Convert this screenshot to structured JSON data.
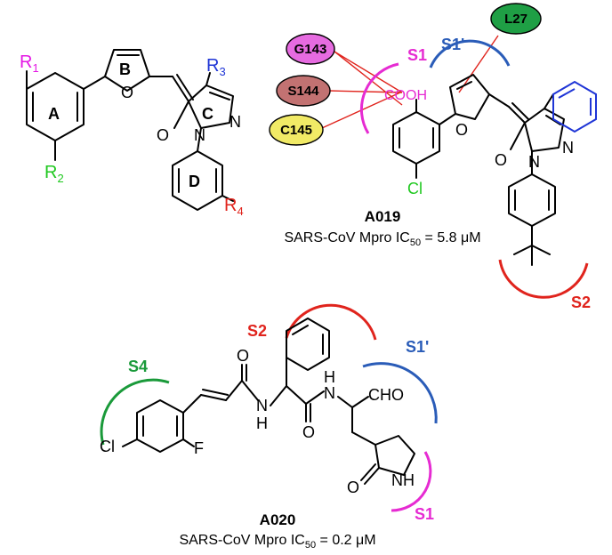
{
  "colors": {
    "magenta": "#e418e4",
    "green": "#1fc81f",
    "blue": "#1f35d6",
    "red": "#e0241d",
    "pocket_s1": "#e62bd2",
    "pocket_s1p": "#2a5cb8",
    "pocket_s2": "#e0241d",
    "pocket_s4": "#1a9a3a"
  },
  "scaffold": {
    "r1": "R",
    "r1_sub": "1",
    "r2": "R",
    "r2_sub": "2",
    "r3": "R",
    "r3_sub": "3",
    "r4": "R",
    "r4_sub": "4",
    "ring_a": "A",
    "ring_b": "B",
    "ring_c": "C",
    "ring_d": "D",
    "o_furan": "O",
    "o_carbonyl": "O",
    "n1": "N",
    "n2": "N"
  },
  "a019": {
    "name": "A019",
    "activity_prefix": "SARS-CoV Mpro IC",
    "activity_sub": "50",
    "activity_value": " = 5.8 μM",
    "cooh": "COOH",
    "cl": "Cl",
    "o_furan": "O",
    "o_carbonyl": "O",
    "n1": "N",
    "n2": "N",
    "pockets": {
      "s1": "S1",
      "s1p": "S1'",
      "s2": "S2"
    },
    "residues": [
      {
        "label": "G143",
        "fill": "#e66be0"
      },
      {
        "label": "S144",
        "fill": "#c27272"
      },
      {
        "label": "C145",
        "fill": "#f1ea66"
      },
      {
        "label": "L27",
        "fill": "#1f9f45"
      }
    ]
  },
  "a020": {
    "name": "A020",
    "activity_prefix": "SARS-CoV Mpro IC",
    "activity_sub": "50",
    "activity_value": " = 0.2 μM",
    "cl": "Cl",
    "f": "F",
    "cho": "CHO",
    "nh_amide1": "H",
    "n_amide1": "N",
    "nh_amide2": "H",
    "n_amide2": "N",
    "o1": "O",
    "o2": "O",
    "o_lactam": "O",
    "nh_lactam": "NH",
    "pockets": {
      "s1": "S1",
      "s1p": "S1'",
      "s2": "S2",
      "s4": "S4"
    }
  }
}
